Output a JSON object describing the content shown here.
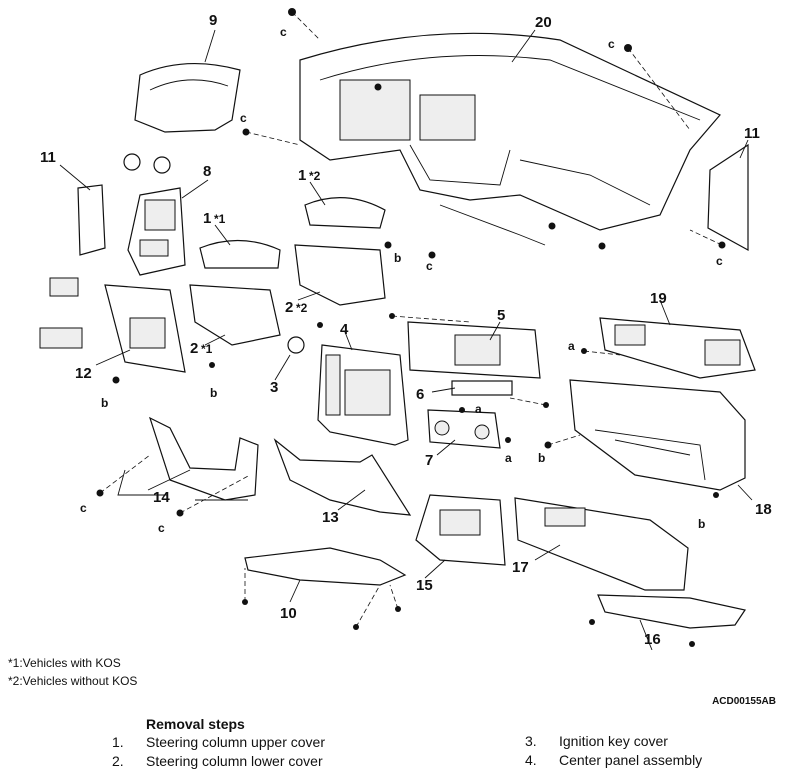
{
  "figure_code": "ACD00155AB",
  "notes": [
    "*1:Vehicles with KOS",
    "*2:Vehicles without KOS"
  ],
  "callouts": {
    "p1": "1",
    "p2": "2",
    "p3": "3",
    "p4": "4",
    "p5": "5",
    "p6": "6",
    "p7": "7",
    "p8": "8",
    "p9": "9",
    "p10": "10",
    "p11": "11",
    "p12": "12",
    "p13": "13",
    "p14": "14",
    "p15": "15",
    "p16": "16",
    "p17": "17",
    "p18": "18",
    "p19": "19",
    "p20": "20",
    "star1": "*1",
    "star2": "*2",
    "a": "a",
    "b": "b",
    "c": "c"
  },
  "removal_steps": {
    "heading": "Removal steps",
    "left": [
      {
        "num": "1.",
        "text": "Steering column upper cover"
      },
      {
        "num": "2.",
        "text": "Steering column lower cover"
      }
    ],
    "right": [
      {
        "num": "3.",
        "text": "Ignition key cover"
      },
      {
        "num": "4.",
        "text": "Center panel assembly"
      }
    ]
  }
}
